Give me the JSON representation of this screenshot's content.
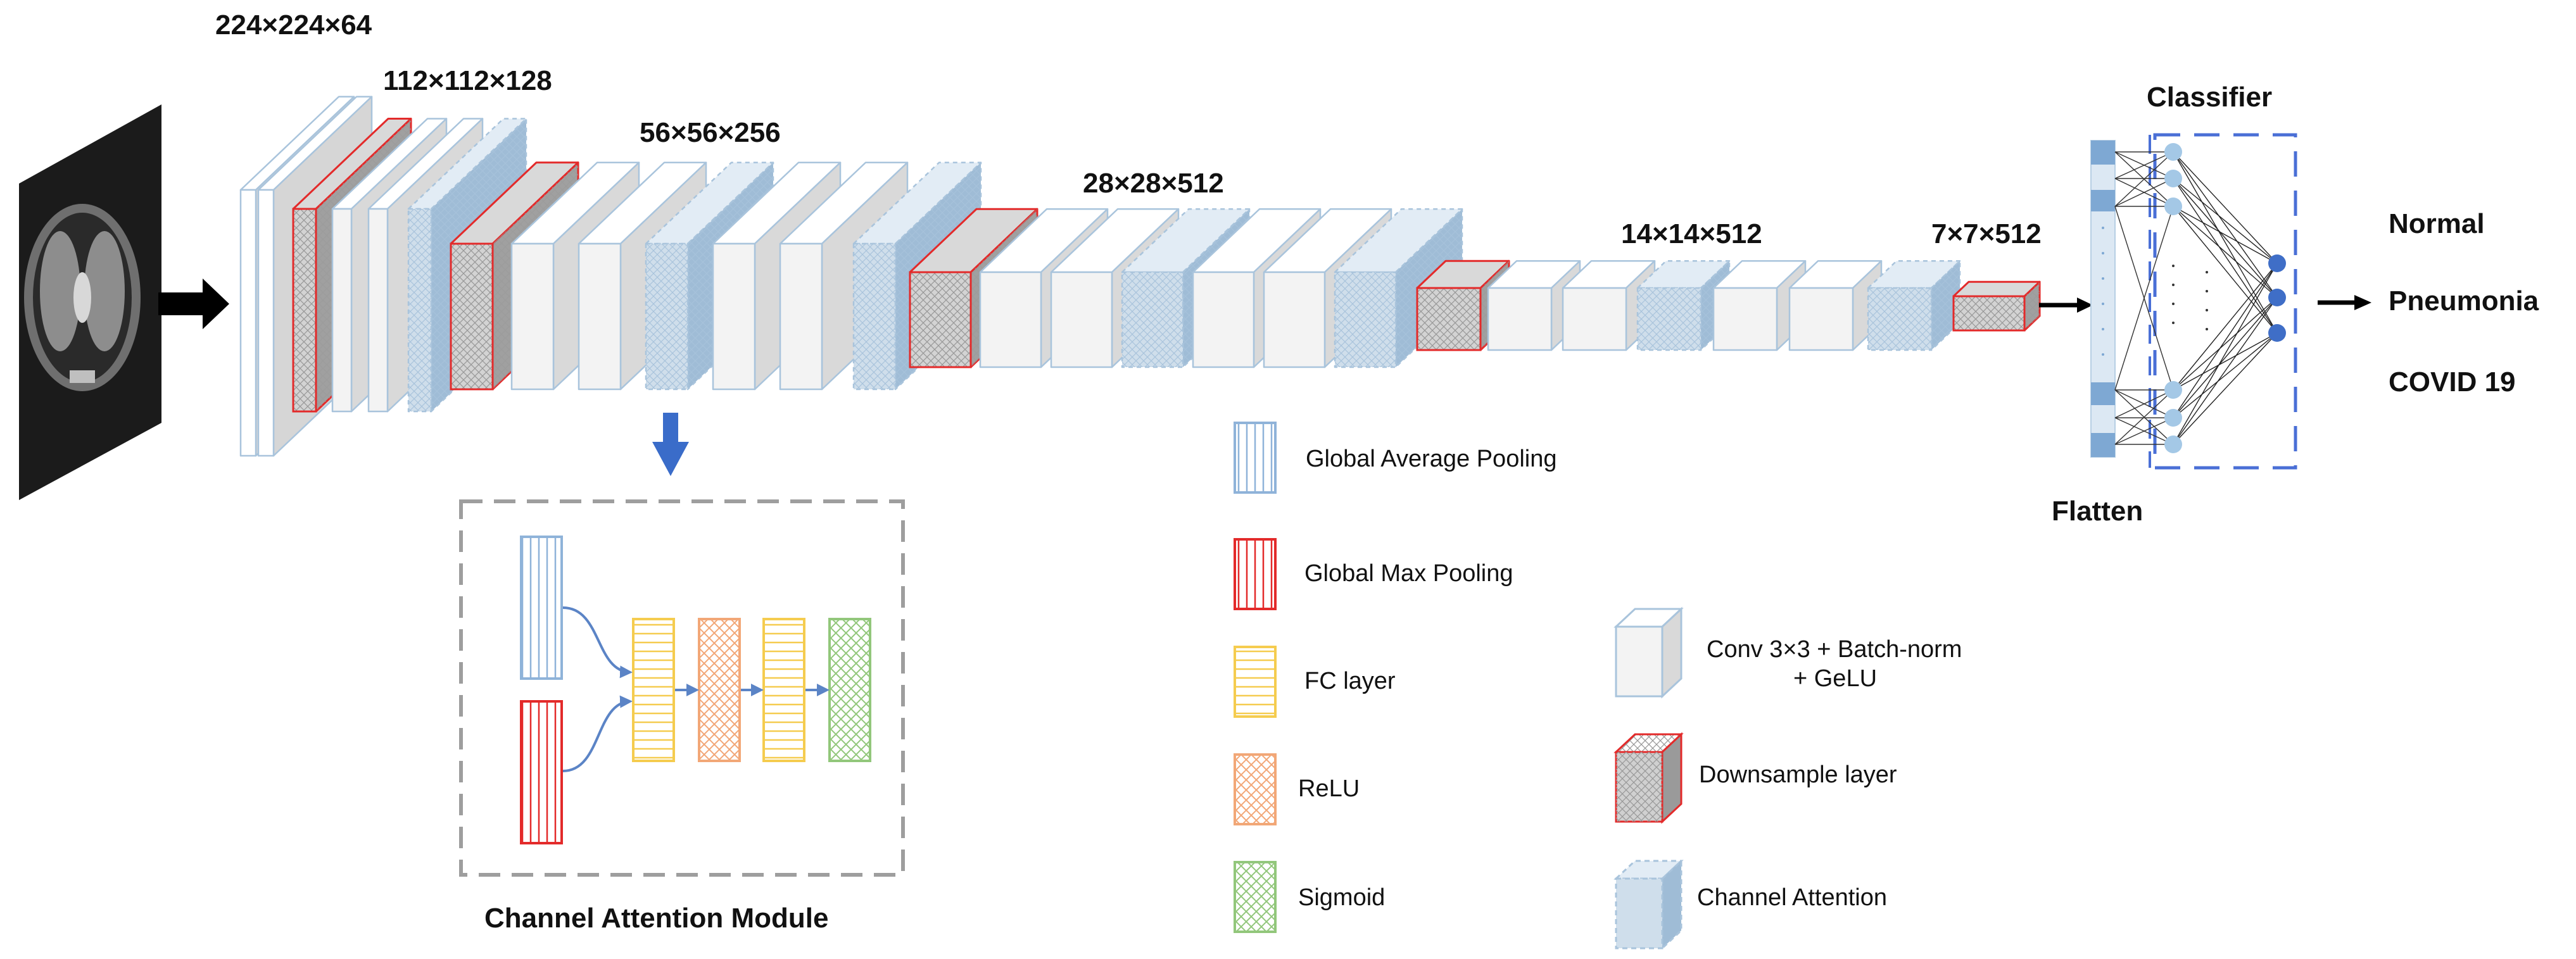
{
  "stages": {
    "s1": "224×224×64",
    "s2": "112×112×128",
    "s3": "56×56×256",
    "s4": "28×28×512",
    "s5": "14×14×512",
    "s6": "7×7×512"
  },
  "classifier": {
    "title": "Classifier",
    "flatten": "Flatten",
    "outputs": [
      "Normal",
      "Pneumonia",
      "COVID 19"
    ]
  },
  "cam": {
    "title": "Channel Attention Module"
  },
  "legend": {
    "gap": "Global Average Pooling",
    "gmp": "Global Max Pooling",
    "fc": "FC layer",
    "relu": "ReLU",
    "sigmoid": "Sigmoid",
    "conv_line1": "Conv 3×3 + Batch-norm",
    "conv_line2": "+ GeLU",
    "down": "Downsample layer",
    "ca": "Channel Attention"
  },
  "colors": {
    "conv_front": "#f3f3f3",
    "conv_top": "#ffffff",
    "conv_side": "#d9d9d9",
    "conv_stroke": "#a9c4dc",
    "down_stroke": "#e32a2a",
    "ca_front": "#cfdeeb",
    "ca_side": "#9fbcd6",
    "gap": "#8fb3d9",
    "gmp": "#e32a2a",
    "fc": "#f5cc4f",
    "relu": "#f2a777",
    "sigmoid": "#92c77b",
    "dashed_blue": "#4a6fd6",
    "arrow_blue": "#3a6cc9",
    "node": "#3f6ec7",
    "node_light": "#a4c8e6"
  }
}
